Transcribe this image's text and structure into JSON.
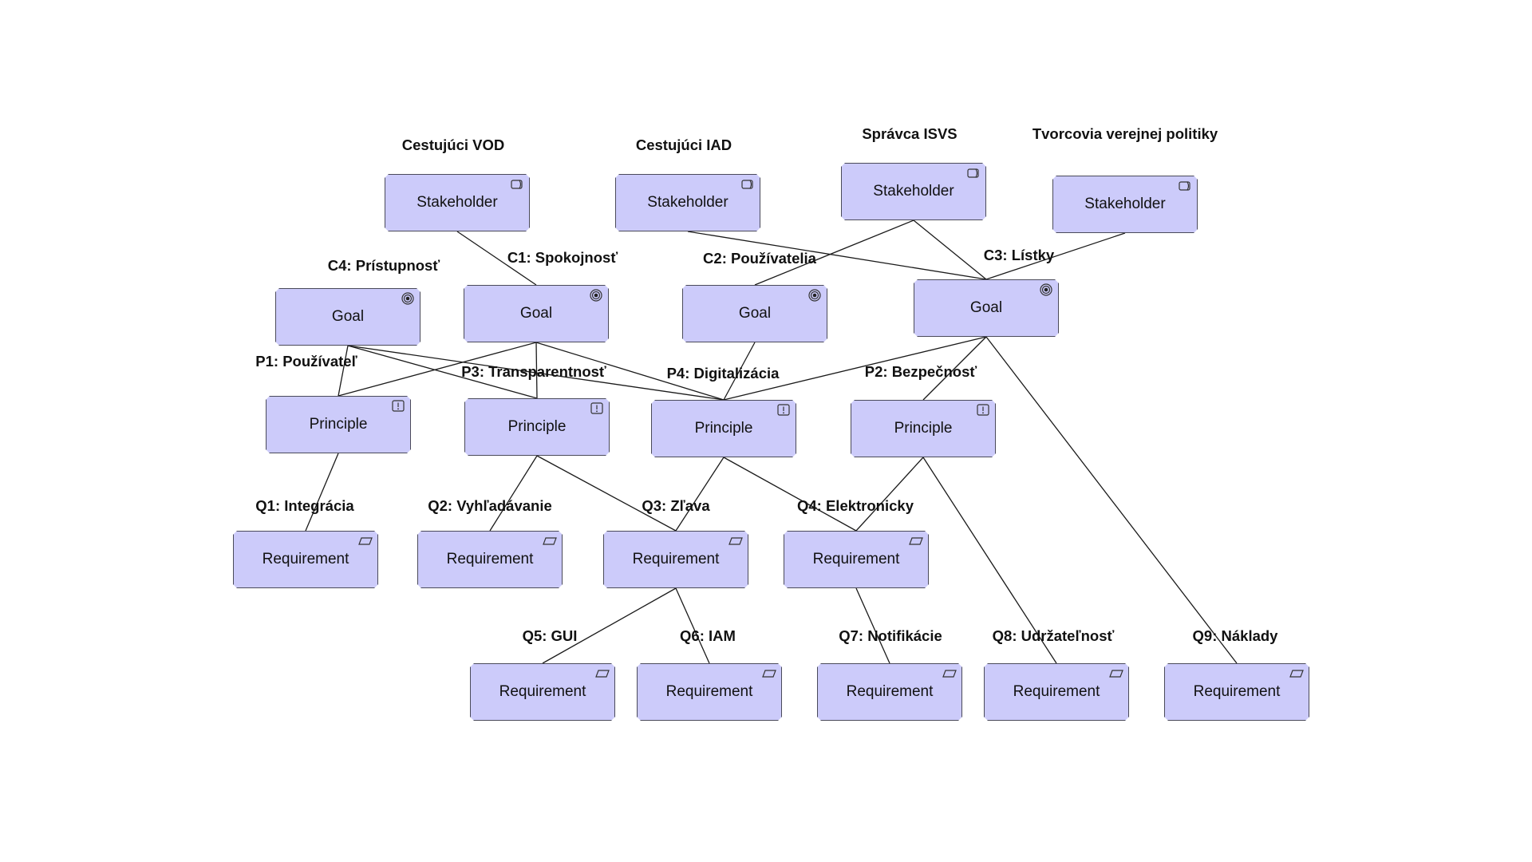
{
  "elements": [
    {
      "id": "sh_vod",
      "kind": "stakeholder",
      "type_label": "Stakeholder",
      "label": "Cestujúci VOD"
    },
    {
      "id": "sh_iad",
      "kind": "stakeholder",
      "type_label": "Stakeholder",
      "label": "Cestujúci IAD"
    },
    {
      "id": "sh_isvs",
      "kind": "stakeholder",
      "type_label": "Stakeholder",
      "label": "Správca ISVS"
    },
    {
      "id": "sh_tvp",
      "kind": "stakeholder",
      "type_label": "Stakeholder",
      "label": "Tvorcovia verejnej politiky"
    },
    {
      "id": "c4",
      "kind": "goal",
      "type_label": "Goal",
      "label": "C4: Prístupnosť"
    },
    {
      "id": "c1",
      "kind": "goal",
      "type_label": "Goal",
      "label": "C1: Spokojnosť"
    },
    {
      "id": "c2",
      "kind": "goal",
      "type_label": "Goal",
      "label": "C2: Používatelia"
    },
    {
      "id": "c3",
      "kind": "goal",
      "type_label": "Goal",
      "label": "C3: Lístky"
    },
    {
      "id": "p1",
      "kind": "principle",
      "type_label": "Principle",
      "label": "P1: Používateľ"
    },
    {
      "id": "p3",
      "kind": "principle",
      "type_label": "Principle",
      "label": "P3: Transparentnosť"
    },
    {
      "id": "p4",
      "kind": "principle",
      "type_label": "Principle",
      "label": "P4: Digitalizácia"
    },
    {
      "id": "p2",
      "kind": "principle",
      "type_label": "Principle",
      "label": "P2: Bezpečnosť"
    },
    {
      "id": "q1",
      "kind": "requirement",
      "type_label": "Requirement",
      "label": "Q1: Integrácia"
    },
    {
      "id": "q2",
      "kind": "requirement",
      "type_label": "Requirement",
      "label": "Q2: Vyhľadávanie"
    },
    {
      "id": "q3",
      "kind": "requirement",
      "type_label": "Requirement",
      "label": "Q3: Zľava"
    },
    {
      "id": "q4",
      "kind": "requirement",
      "type_label": "Requirement",
      "label": "Q4: Elektronicky"
    },
    {
      "id": "q5",
      "kind": "requirement",
      "type_label": "Requirement",
      "label": "Q5: GUI"
    },
    {
      "id": "q6",
      "kind": "requirement",
      "type_label": "Requirement",
      "label": "Q6: IAM"
    },
    {
      "id": "q7",
      "kind": "requirement",
      "type_label": "Requirement",
      "label": "Q7: Notifikácie"
    },
    {
      "id": "q8",
      "kind": "requirement",
      "type_label": "Requirement",
      "label": "Q8: Udržateľnosť"
    },
    {
      "id": "q9",
      "kind": "requirement",
      "type_label": "Requirement",
      "label": "Q9: Náklady"
    }
  ],
  "relations": [
    {
      "from": "sh_vod",
      "to": "c1"
    },
    {
      "from": "sh_iad",
      "to": "c3"
    },
    {
      "from": "sh_isvs",
      "to": "c2"
    },
    {
      "from": "sh_isvs",
      "to": "c3"
    },
    {
      "from": "sh_tvp",
      "to": "c3"
    },
    {
      "from": "c4",
      "to": "p1"
    },
    {
      "from": "c4",
      "to": "p3"
    },
    {
      "from": "c4",
      "to": "p4"
    },
    {
      "from": "c1",
      "to": "p1"
    },
    {
      "from": "c1",
      "to": "p3"
    },
    {
      "from": "c1",
      "to": "p4"
    },
    {
      "from": "c2",
      "to": "p4"
    },
    {
      "from": "c3",
      "to": "p2"
    },
    {
      "from": "c3",
      "to": "p4"
    },
    {
      "from": "c3",
      "to": "q9"
    },
    {
      "from": "p1",
      "to": "q1"
    },
    {
      "from": "p3",
      "to": "q2"
    },
    {
      "from": "p3",
      "to": "q3"
    },
    {
      "from": "p4",
      "to": "q3"
    },
    {
      "from": "p4",
      "to": "q4"
    },
    {
      "from": "p2",
      "to": "q4"
    },
    {
      "from": "p2",
      "to": "q8"
    },
    {
      "from": "q3",
      "to": "q5"
    },
    {
      "from": "q3",
      "to": "q6"
    },
    {
      "from": "q4",
      "to": "q7"
    }
  ]
}
